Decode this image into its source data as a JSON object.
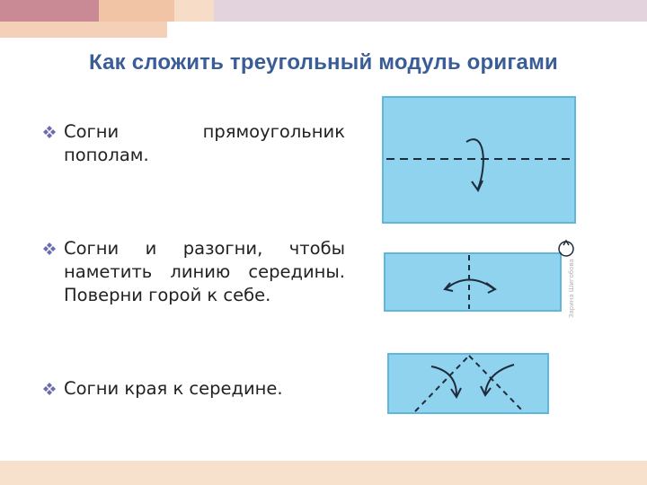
{
  "slide": {
    "title": "Как сложить треугольный модуль оригами",
    "steps": [
      {
        "text": "Согни прямоугольник пополам.",
        "icon": "diamond-bullet-icon"
      },
      {
        "text": "Согни и разогни, чтобы наметить линию середины. Поверни горой к себе.",
        "icon": "diamond-bullet-icon"
      },
      {
        "text": "Согни края к середине.",
        "icon": "diamond-bullet-icon"
      }
    ],
    "watermark": "Зарина Шигобова"
  },
  "colors": {
    "title": "#3a5d97",
    "paper": "#8fd3ef",
    "paper_edge": "#5fb8dc",
    "bullet": "#6b6bb0"
  }
}
